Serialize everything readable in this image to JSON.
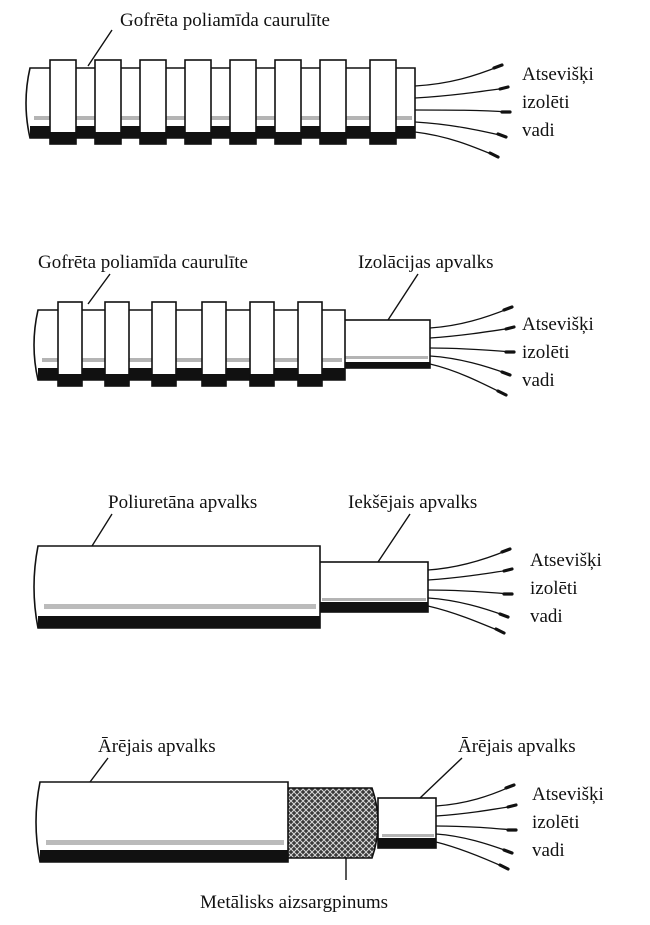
{
  "figures": [
    {
      "id": "fig1",
      "labels": {
        "conduit": "Gofrēta poliamīda caurulīte",
        "wires": [
          "Atsevišķi",
          "izolēti",
          "vadi"
        ]
      }
    },
    {
      "id": "fig2",
      "labels": {
        "conduit": "Gofrēta poliamīda caurulīte",
        "sheath": "Izolācijas apvalks",
        "wires": [
          "Atsevišķi",
          "izolēti",
          "vadi"
        ]
      }
    },
    {
      "id": "fig3",
      "labels": {
        "outer": "Poliuretāna apvalks",
        "inner": "Iekšējais apvalks",
        "wires": [
          "Atsevišķi",
          "izolēti",
          "vadi"
        ]
      }
    },
    {
      "id": "fig4",
      "labels": {
        "outer": "Ārējais apvalks",
        "inner": "Ārējais apvalks",
        "wires": [
          "Atsevišķi",
          "izolēti",
          "vadi"
        ],
        "shield": "Metālisks aizsargpinums"
      }
    }
  ]
}
